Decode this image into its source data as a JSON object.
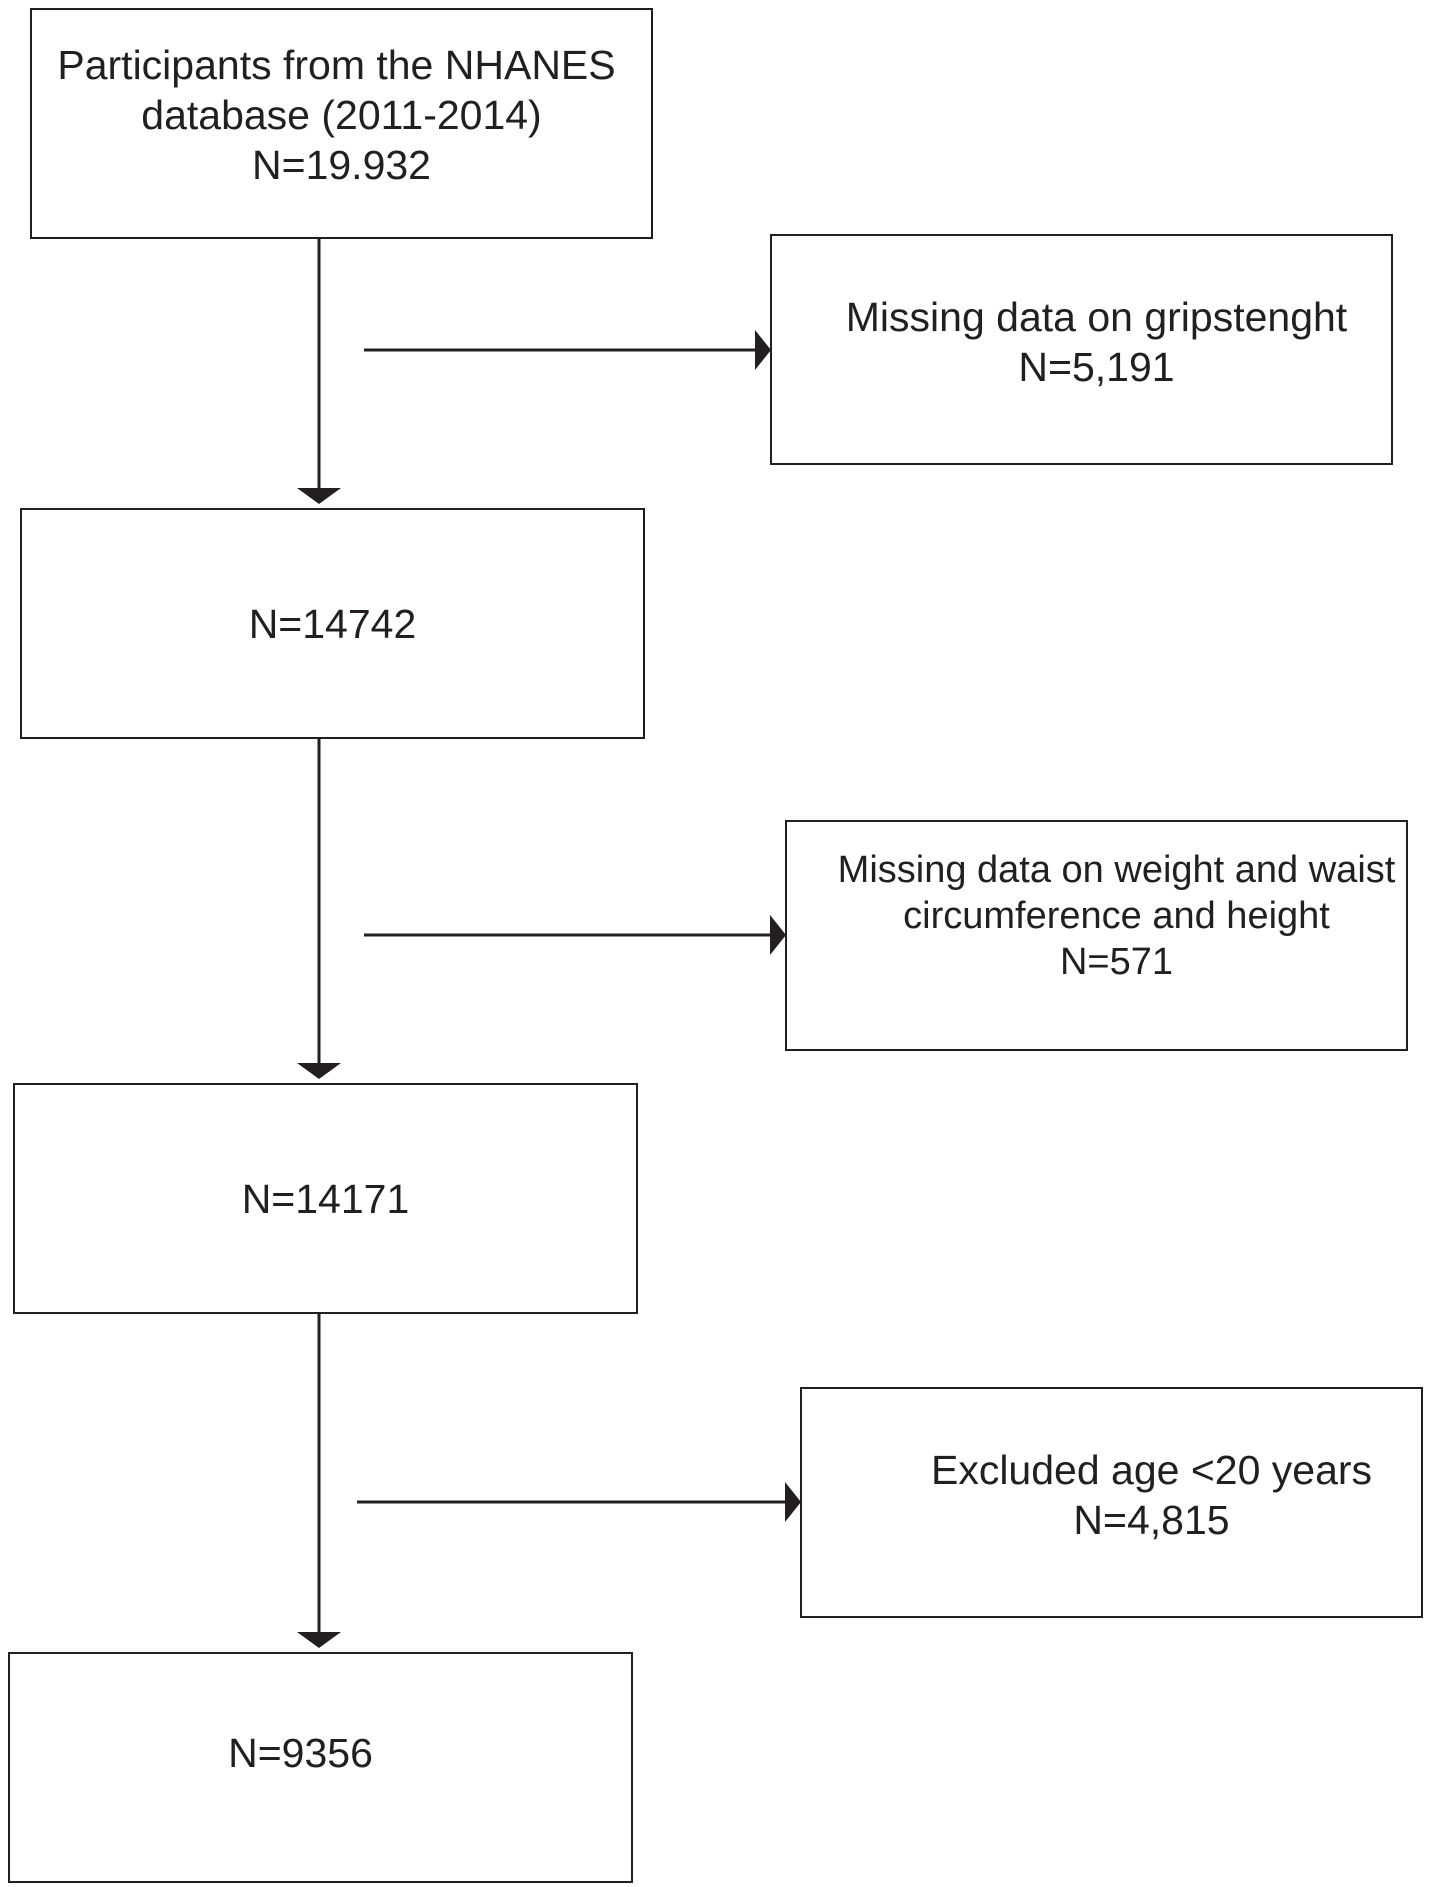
{
  "flowchart": {
    "start": {
      "line1": "Participants from the NHANES",
      "line2": "database (2011-2014)",
      "line3": "N=19.932"
    },
    "exclusion_1": {
      "line1": "Missing data on gripstenght",
      "line2": "N=5,191"
    },
    "step_2": {
      "line1": "N=14742"
    },
    "exclusion_2": {
      "line1": "Missing data on weight  and waist",
      "line2": "circumference and height",
      "line3": "N=571"
    },
    "step_3": {
      "line1": "N=14171"
    },
    "exclusion_3": {
      "line1": "Excluded age <20 years",
      "line2": "N=4,815"
    },
    "final": {
      "line1": "N=9356"
    }
  },
  "colors": {
    "stroke": "#231f20",
    "background": "#ffffff"
  }
}
